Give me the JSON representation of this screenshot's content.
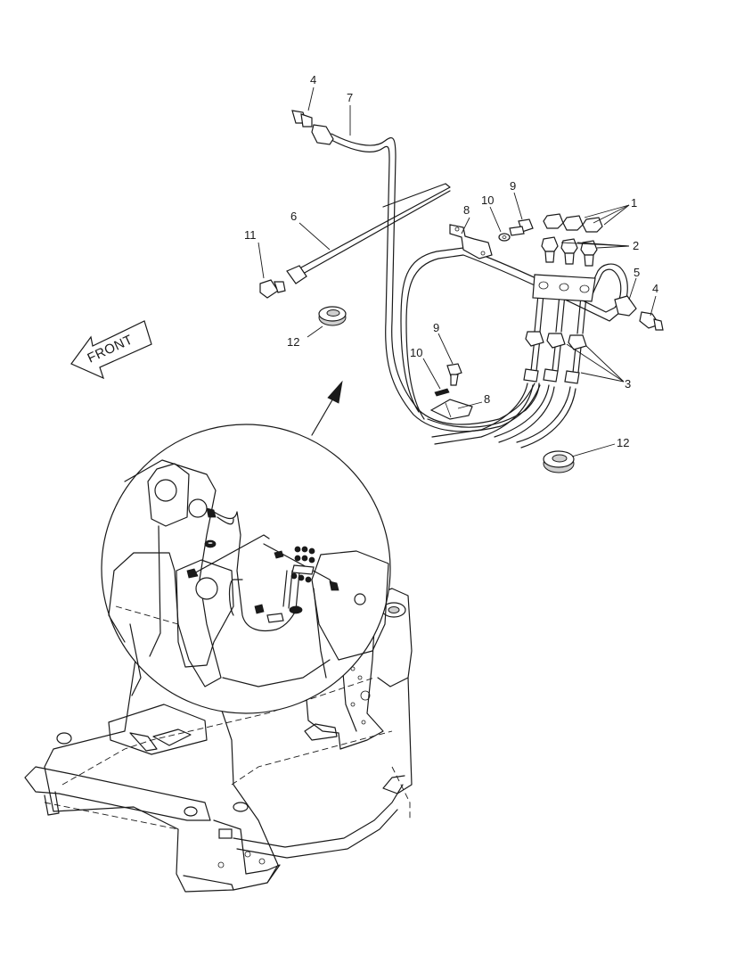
{
  "front_label": "FRONT",
  "callouts": {
    "c1": "1",
    "c2": "2",
    "c3": "3",
    "c4a": "4",
    "c4b": "4",
    "c5": "5",
    "c6": "6",
    "c7": "7",
    "c8a": "8",
    "c8b": "8",
    "c9a": "9",
    "c9b": "9",
    "c10a": "10",
    "c10b": "10",
    "c11": "11",
    "c12a": "12",
    "c12b": "12"
  }
}
